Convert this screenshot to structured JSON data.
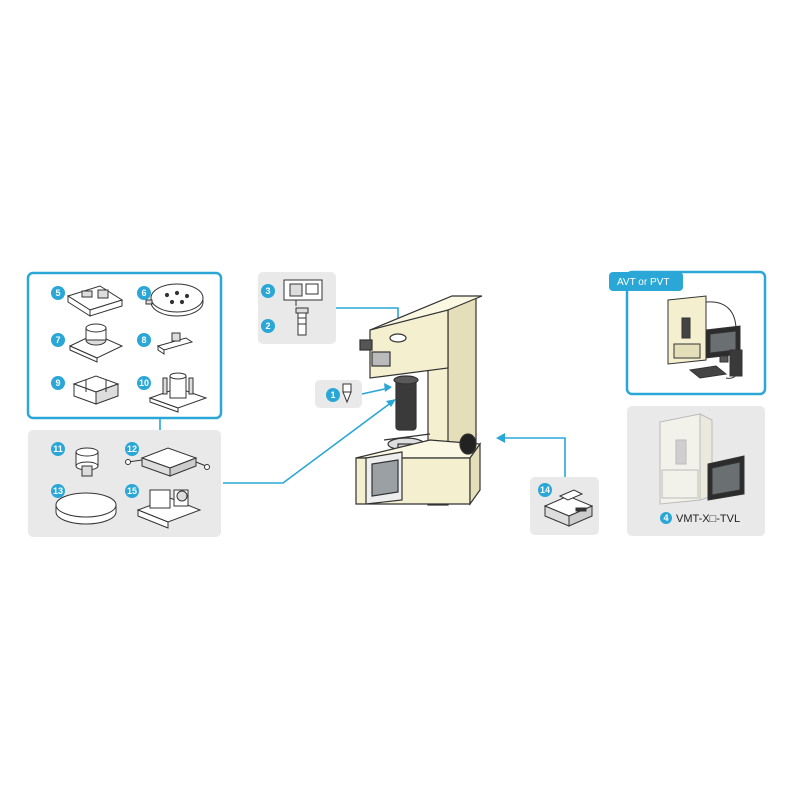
{
  "colors": {
    "accent": "#2aa7d6",
    "panel_gray": "#e9e9e9",
    "machine_cream": "#f3efcf",
    "outline": "#333333"
  },
  "callouts": {
    "c1": "1",
    "c2": "2",
    "c3": "3",
    "c4": "4",
    "c5": "5",
    "c6": "6",
    "c7": "7",
    "c8": "8",
    "c9": "9",
    "c10": "10",
    "c11": "11",
    "c12": "12",
    "c13": "13",
    "c14": "14",
    "c15": "15"
  },
  "labels": {
    "avt_pvt": "AVT or PVT",
    "tvl_model": "VMT-X□-TVL"
  }
}
